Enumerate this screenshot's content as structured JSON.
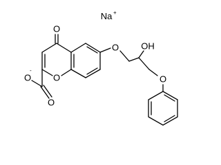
{
  "molecule": {
    "counter_ion": {
      "symbol": "Na",
      "charge": "+"
    },
    "atoms": {
      "ketone_o": "O",
      "ring_o": "O",
      "ether_o_1": "O",
      "hydroxyl": "OH",
      "ether_o_2": "O",
      "carbonyl_o": "O",
      "carboxylate_o": "O",
      "carboxylate_charge": "-"
    }
  }
}
